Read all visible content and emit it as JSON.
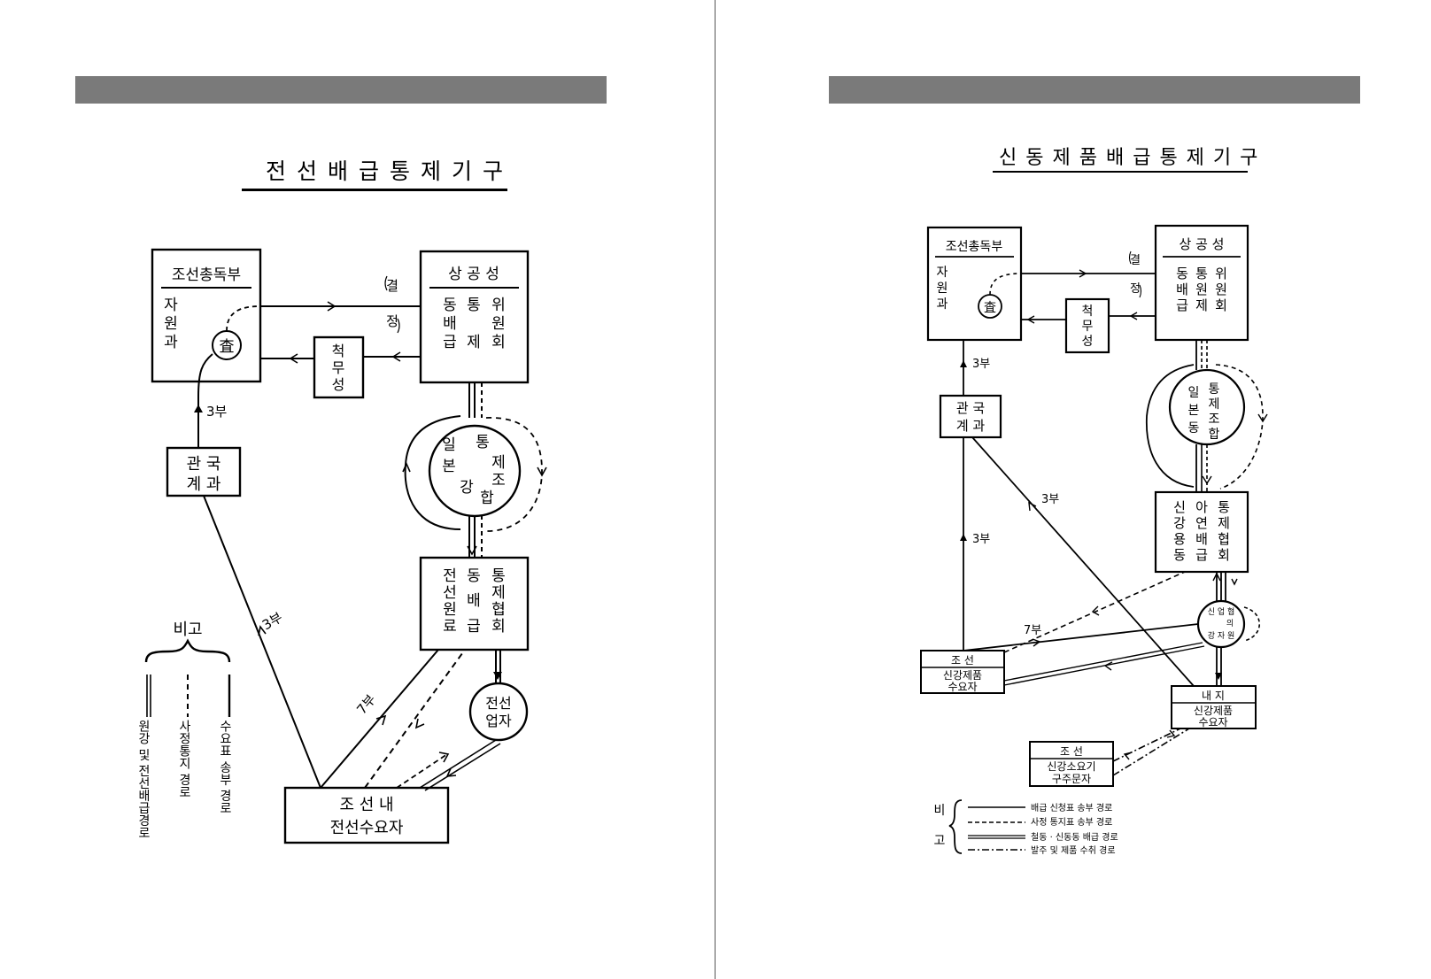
{
  "left": {
    "title": "전선배급통제기구",
    "nodes": {
      "gov": {
        "header": "조선총독부",
        "dept": [
          "자",
          "원",
          "과"
        ],
        "seal": "査"
      },
      "ministry": {
        "header": "상 공 성",
        "cols": [
          [
            "동",
            "배",
            "급"
          ],
          [
            "통",
            "제"
          ],
          [
            "위",
            "원",
            "회"
          ]
        ]
      },
      "tax": [
        "척",
        "무",
        "성"
      ],
      "decision": [
        "결",
        "정"
      ],
      "kwanguk": [
        "관 국",
        "계 과"
      ],
      "union": {
        "cols": [
          [
            "일",
            "본"
          ],
          [
            "통",
            "강"
          ],
          [
            "제",
            "조",
            "합"
          ]
        ]
      },
      "assoc": {
        "cols": [
          [
            "전",
            "선",
            "원",
            "료"
          ],
          [
            "동",
            "배",
            "급"
          ],
          [
            "통",
            "제",
            "협",
            "회"
          ]
        ]
      },
      "maker": [
        "전선",
        "업자"
      ],
      "demander": [
        "조  선  내",
        "전선수요자"
      ]
    },
    "edge_labels": {
      "three_bu_top": "3부",
      "three_bu_mid": "3부",
      "seven_bu": "7부"
    },
    "legend": {
      "title": "비고",
      "items": [
        "원강 및 전선배급경로",
        "사정통지 경로",
        "수요표 송부 경로"
      ]
    }
  },
  "right": {
    "title": "신동제품배급통제기구",
    "nodes": {
      "gov": {
        "header": "조선총독부",
        "dept": [
          "자",
          "원",
          "과"
        ],
        "seal": "査"
      },
      "ministry": {
        "header": "상 공 성",
        "cols": [
          [
            "동",
            "배",
            "급"
          ],
          [
            "통",
            "원",
            "제"
          ],
          [
            "위",
            "원",
            "회"
          ]
        ]
      },
      "tax": [
        "척",
        "무",
        "성"
      ],
      "decision": [
        "결",
        "정"
      ],
      "kwanguk": [
        "관 국",
        "계 과"
      ],
      "union": {
        "cols": [
          [
            "일",
            "본",
            "동"
          ],
          [
            "통",
            "제",
            "조",
            "합"
          ]
        ]
      },
      "assoc": {
        "cols": [
          [
            "신",
            "강",
            "용",
            "동"
          ],
          [
            "아",
            "연",
            "배",
            "급"
          ],
          [
            "통",
            "제",
            "협",
            "회"
          ]
        ]
      },
      "council": [
        "신 업 협",
        "의",
        "강 자 원"
      ],
      "korea_dem": {
        "header": "조  선",
        "lines": [
          "신강제품",
          "수요자"
        ]
      },
      "japan_dem": {
        "header": "내  지",
        "lines": [
          "신강제품",
          "수요자"
        ]
      },
      "order_dem": {
        "header": "조  선",
        "lines": [
          "신강소요기",
          "구주문자"
        ]
      }
    },
    "edge_labels": {
      "three_bu_top": "3부",
      "three_bu_left": "3부",
      "three_bu_diag": "3부",
      "seven_bu": "7부"
    },
    "legend": {
      "title": [
        "비",
        "고"
      ],
      "items": [
        "배급 신청표 송부 경로",
        "사정 통지표 송부 경로",
        "철동 · 신동동 배급 경로",
        "발주 및 제품 수취 경로"
      ]
    }
  }
}
